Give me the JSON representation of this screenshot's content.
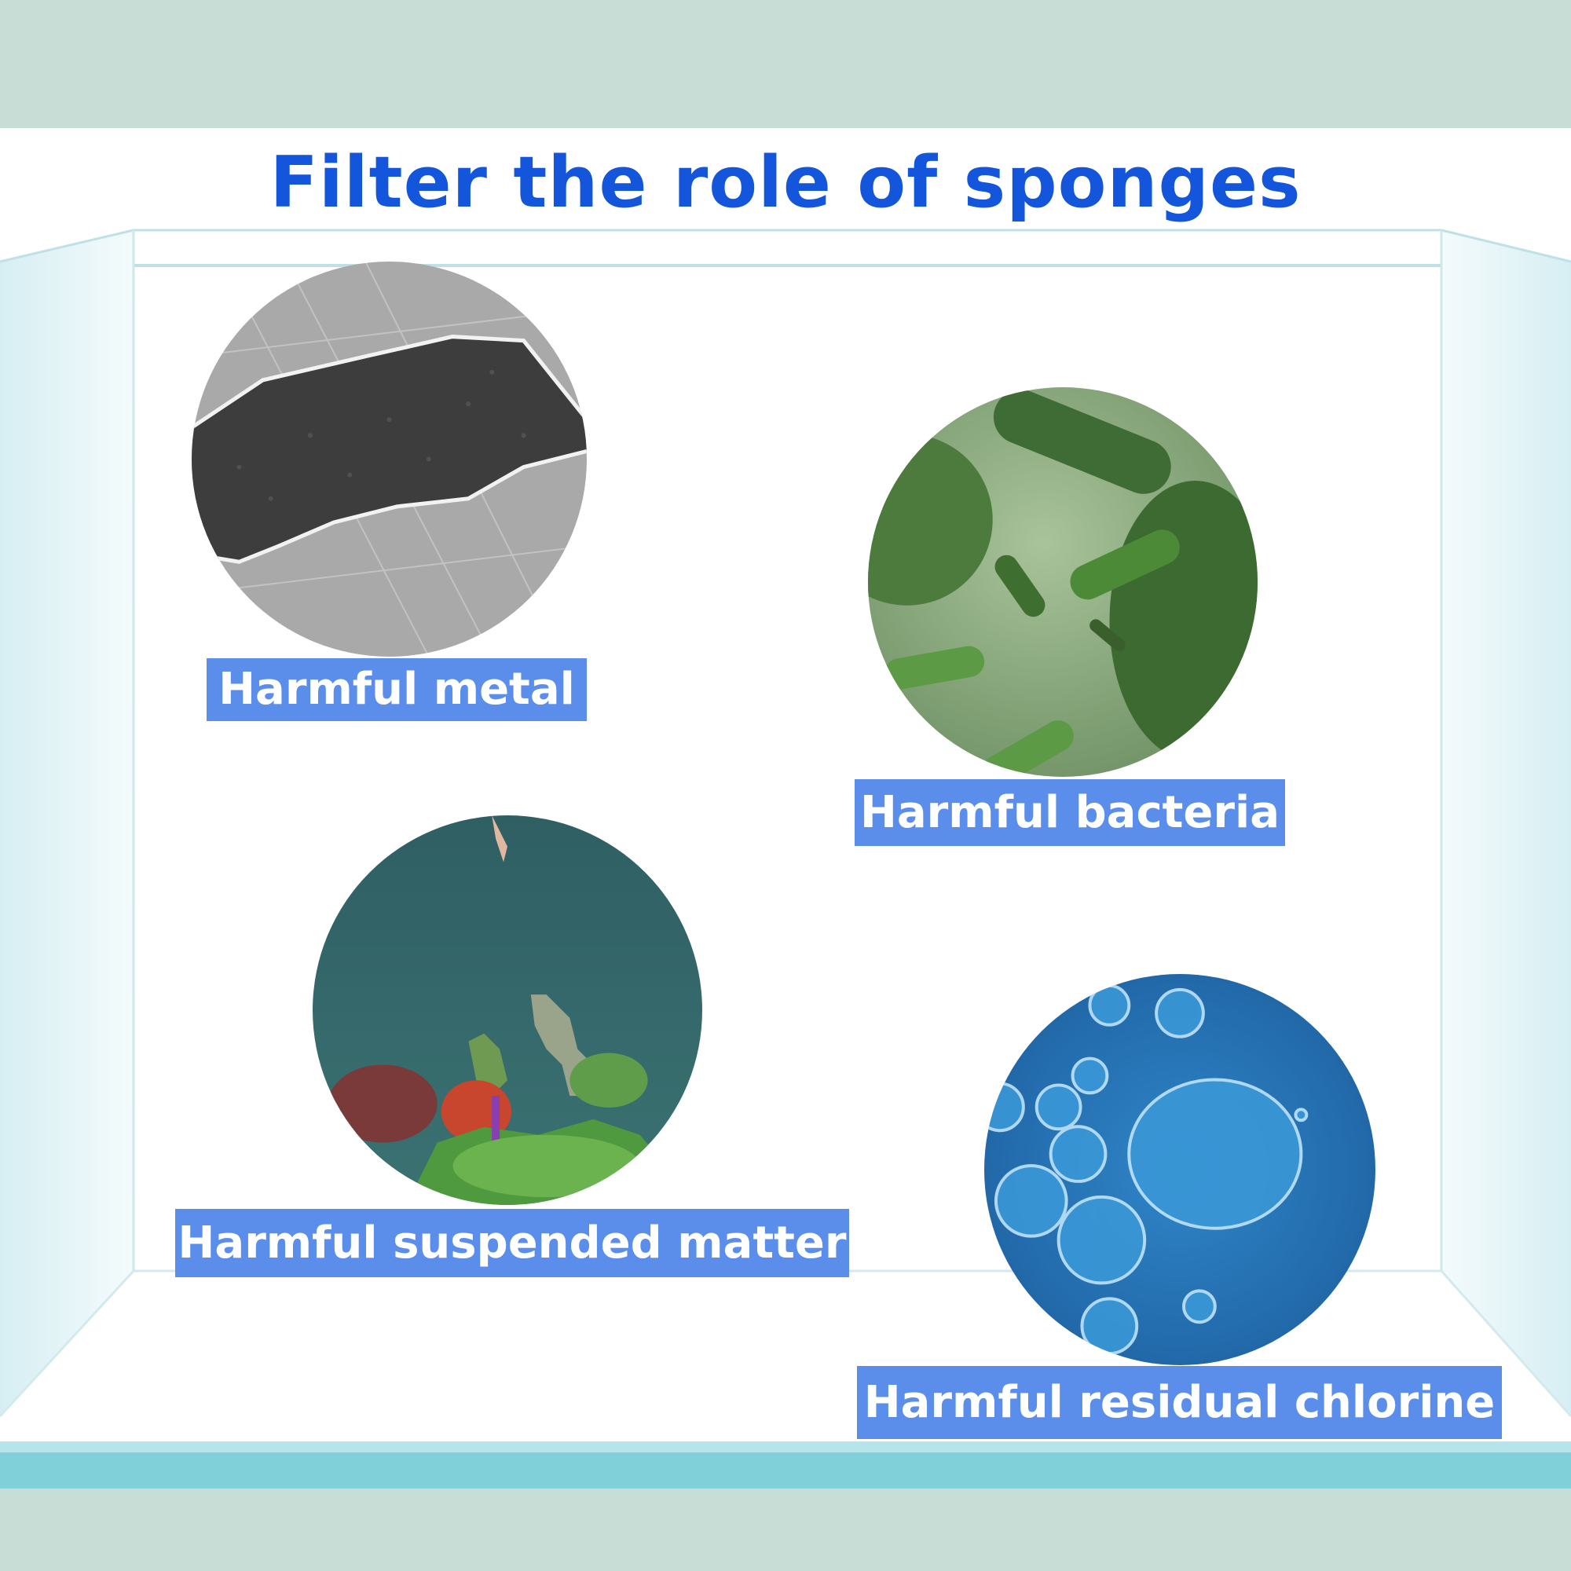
{
  "title": "Filter the role of sponges",
  "items": [
    {
      "label": "Harmful metal",
      "image": "torn-metal-mesh-image"
    },
    {
      "label": "Harmful bacteria",
      "image": "green-bacteria-image"
    },
    {
      "label": "Harmful suspended matter",
      "image": "aquarium-plants-image"
    },
    {
      "label": "Harmful residual chlorine",
      "image": "blue-water-bubbles-image"
    }
  ],
  "colors": {
    "title": "#1456db",
    "label_bg": "#5b8eea",
    "label_text": "#ffffff",
    "frame": "#c9ddd7",
    "tank_base": "#7fd0d8"
  }
}
